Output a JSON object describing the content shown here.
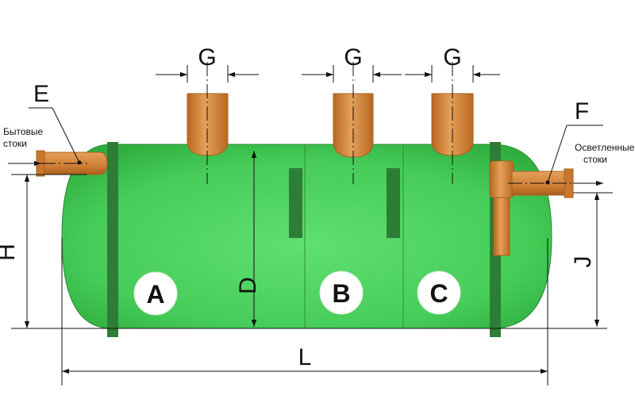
{
  "dimensions": {
    "G": "G",
    "E": "E",
    "F": "F",
    "H": "H",
    "D": "D",
    "J": "J",
    "L": "L"
  },
  "chambers": [
    "A",
    "B",
    "C"
  ],
  "inlet_label": [
    "Бытовые",
    "стоки"
  ],
  "outlet_label": [
    "Осветленные",
    "стоки"
  ],
  "colors": {
    "tank_green": "#4fd463",
    "tank_dark": "#2f9f3e",
    "flange": "#2e7d35",
    "baffle": "#2e7d35",
    "pipe": "#d88a3c",
    "pipe_dark": "#a9611f"
  }
}
